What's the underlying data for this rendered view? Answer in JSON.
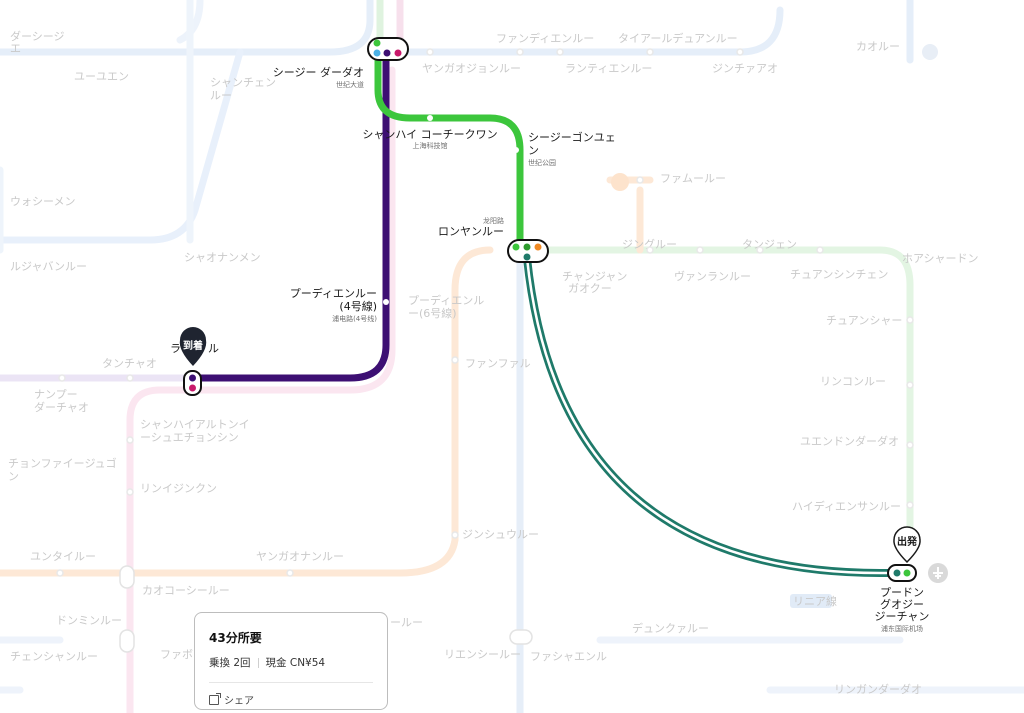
{
  "route": {
    "origin_pin_label": "出発",
    "destination_pin_label": "到着",
    "line_colors": {
      "line2": "#3cc63c",
      "line4": "#3d0f73",
      "maglev": "#1f7a6a",
      "line7": "#f08a24",
      "line1_pink": "#c8196b"
    },
    "stations": [
      {
        "name": "シージー ダーダオ",
        "sub": "世纪大道"
      },
      {
        "name": "シャンハイ コーチークワン",
        "sub": "上海科技馆"
      },
      {
        "name": "シージーゴンユェ",
        "name2": "ン",
        "sub": "世纪公园"
      },
      {
        "name": "ロンヤンルー",
        "sub": "龙阳路"
      },
      {
        "name": "プーディエンルー",
        "name2": "(4号線)",
        "sub": "浦电路(4号线)"
      },
      {
        "name": "ラ",
        "name2": "ル"
      },
      {
        "name": "プードン",
        "name2": "グオジー",
        "name3": "ジーチャン",
        "sub": "浦东国际机场"
      }
    ]
  },
  "background_labels": [
    {
      "text": "ダーシージ"
    },
    {
      "text": "エ"
    },
    {
      "text": "ユーユエン"
    },
    {
      "text": "シャンチェン"
    },
    {
      "text": "ルー"
    },
    {
      "text": "ヤンガオジョンルー"
    },
    {
      "text": "ファンディエンルー"
    },
    {
      "text": "タイアールデュアンルー"
    },
    {
      "text": "ランティエンルー"
    },
    {
      "text": "ジンチァアオ"
    },
    {
      "text": "カオルー"
    },
    {
      "text": "ウォシーメン"
    },
    {
      "text": "シャオナンメン"
    },
    {
      "text": "ルジャバンルー"
    },
    {
      "text": "ファムールー"
    },
    {
      "text": "ジングルー"
    },
    {
      "text": "タンジェン"
    },
    {
      "text": "ホアシャードン"
    },
    {
      "text": "チャンジャン"
    },
    {
      "text": "ガオクー"
    },
    {
      "text": "ヴァンランルー"
    },
    {
      "text": "チュアンシンチェン"
    },
    {
      "text": "プーディエンル"
    },
    {
      "text": "ー(6号線)"
    },
    {
      "text": "チュアンシャー"
    },
    {
      "text": "タンチャオ"
    },
    {
      "text": "ナンプー"
    },
    {
      "text": "ダーチャオ"
    },
    {
      "text": "ファンファル"
    },
    {
      "text": "リンコンルー"
    },
    {
      "text": "シャンハイアルトンイ"
    },
    {
      "text": "ーシュエチョンシン"
    },
    {
      "text": "チョンファイージュゴ"
    },
    {
      "text": "ン"
    },
    {
      "text": "リンイジンクン"
    },
    {
      "text": "ユエンドンダーダオ"
    },
    {
      "text": "ハイディエンサンルー"
    },
    {
      "text": "ユンタイルー"
    },
    {
      "text": "ヤンガオナンルー"
    },
    {
      "text": "ジンシュウルー"
    },
    {
      "text": "カオコーシールー"
    },
    {
      "text": "ドンミンルー"
    },
    {
      "text": "チェンシャンルー"
    },
    {
      "text": "ファボ"
    },
    {
      "text": "ールー"
    },
    {
      "text": "リエンシールー"
    },
    {
      "text": "ファシャエンル"
    },
    {
      "text": "デュンクァルー"
    },
    {
      "text": "リンガンダーダオ"
    },
    {
      "text": "リニア線"
    }
  ],
  "summary_card": {
    "duration": "43分所要",
    "transfers": "乗換 2回",
    "fare": "現金 CN¥54",
    "share": "シェア"
  }
}
